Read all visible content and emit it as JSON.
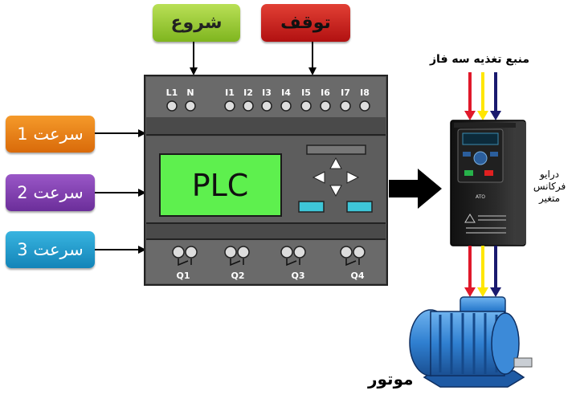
{
  "labels": {
    "start": "شروع",
    "stop": "توقف",
    "speed1": "سرعت 1",
    "speed2": "سرعت 2",
    "speed3": "سرعت 3",
    "supply": "منبع تغذیه سه فاز",
    "drive_line1": "درایو",
    "drive_line2": "فرکانس",
    "drive_line3": "متغیر",
    "motor": "موتور"
  },
  "plc": {
    "screen_text": "PLC",
    "input_terminals": [
      "L1",
      "N",
      "I1",
      "I2",
      "I3",
      "I4",
      "I5",
      "I6",
      "I7",
      "I8"
    ],
    "output_terminals": [
      "Q1",
      "Q2",
      "Q3",
      "Q4"
    ]
  },
  "drive": {
    "brand": "ATO"
  },
  "colors": {
    "start": "#8cc43a",
    "stop": "#c8201a",
    "speed1": "#f08a1c",
    "speed2": "#8240b0",
    "speed3": "#2aa4d4",
    "plc_screen": "#5ef04e",
    "plc_body": "#5a5a5a",
    "phase_red": "#e0182a",
    "phase_yellow": "#ffe600",
    "phase_blue": "#1a1a6e",
    "motor": "#2f7fd0"
  }
}
